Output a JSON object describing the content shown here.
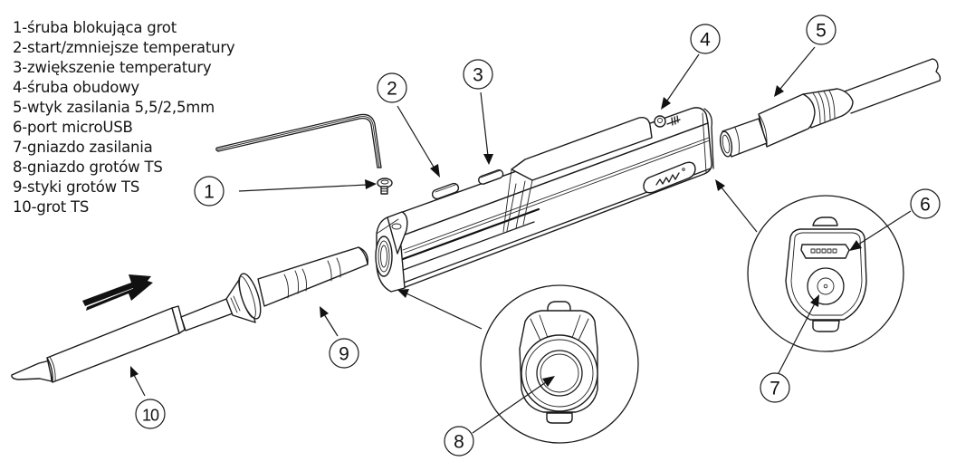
{
  "legend": {
    "items": [
      "1-śruba blokująca grot",
      "2-start/zmniejsze temperatury",
      "3-zwiększenie temperatury",
      "4-śruba obudowy",
      "5-wtyk zasilania 5,5/2,5mm",
      "6-port microUSB",
      "7-gniazdo zasilania",
      "8-gniazdo grotów TS",
      "9-styki grotów TS",
      "10-grot TS"
    ]
  },
  "callouts": {
    "c1": "1",
    "c2": "2",
    "c3": "3",
    "c4": "4",
    "c5": "5",
    "c6": "6",
    "c7": "7",
    "c8": "8",
    "c9": "9",
    "c10": "10"
  },
  "parts": {
    "hex_key": "hex-key",
    "locking_screw": "tip-locking-screw",
    "iron_handle": "soldering-iron-handle",
    "brand_logo": "logo-badge",
    "power_plug": "dc-power-plug",
    "tip": "ts-tip",
    "socket_detail": "tip-socket-detail-view",
    "power_end_detail": "power-end-detail-view",
    "insert_direction": "insert-direction-arrow"
  },
  "colors": {
    "line": "#1a1a1a",
    "background": "#ffffff",
    "text": "#151515"
  }
}
